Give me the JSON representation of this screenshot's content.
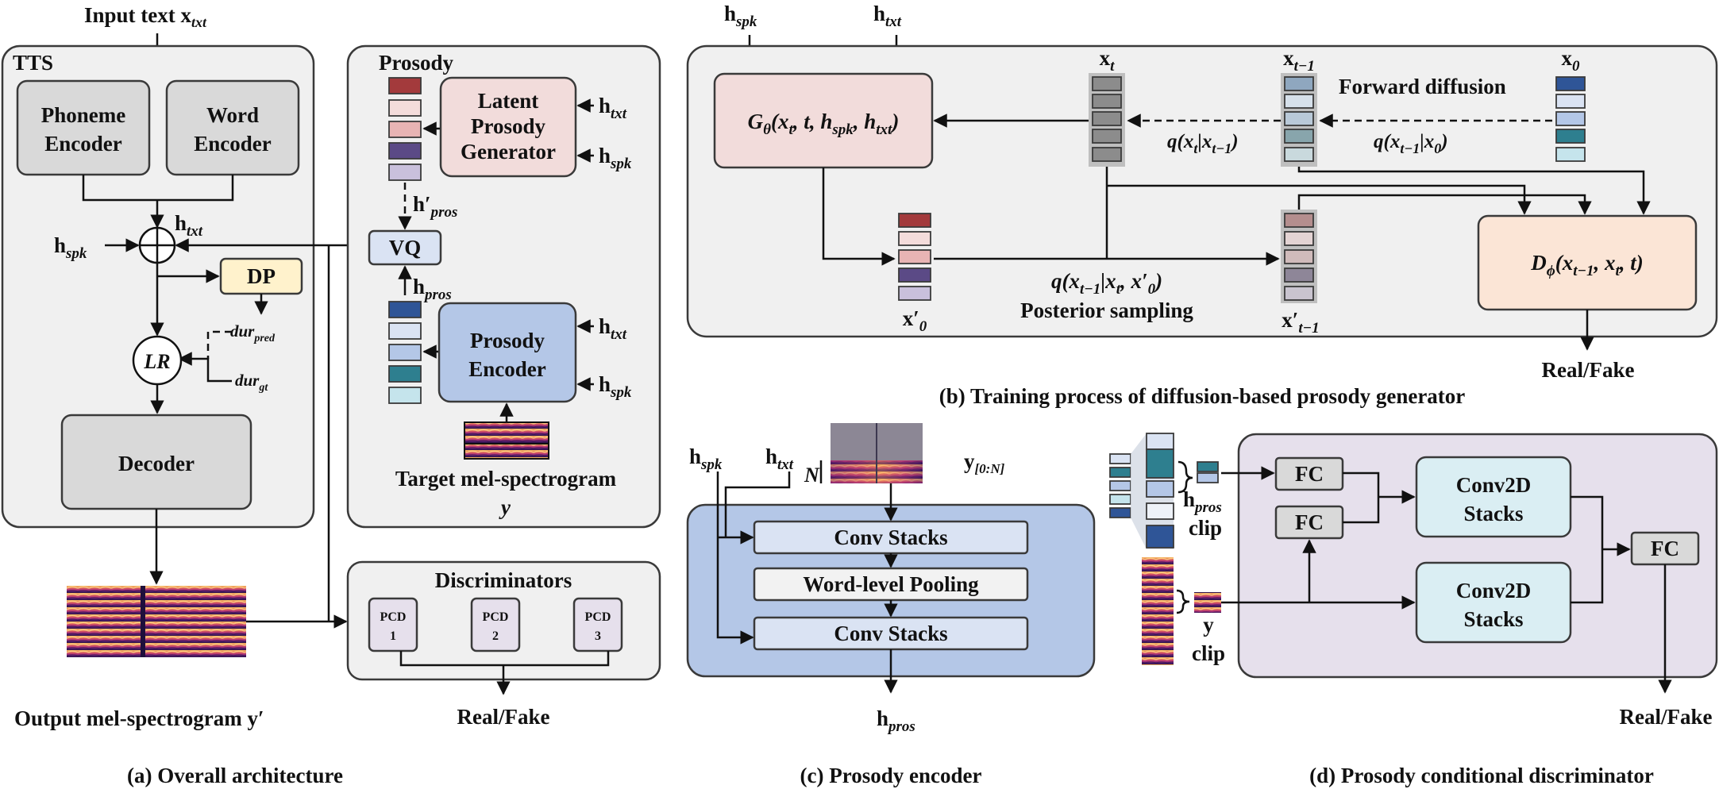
{
  "panel_a": {
    "input_text": "Input text x",
    "input_sub": "txt",
    "tts_label": "TTS",
    "phoneme_l1": "Phoneme",
    "phoneme_l2": "Encoder",
    "word_l1": "Word",
    "word_l2": "Encoder",
    "h": "h",
    "txt": "txt",
    "spk": "spk",
    "pros": "pros",
    "dp": "DP",
    "lr": "LR",
    "dur": "dur",
    "pred": "pred",
    "gt": "gt",
    "decoder": "Decoder",
    "output_mel": "Output mel-spectrogram y′",
    "prosody_title": "Prosody",
    "lpg_l1": "Latent",
    "lpg_l2": "Prosody",
    "lpg_l3": "Generator",
    "h_prime_pros": "h′",
    "vq": "VQ",
    "pe_l1": "Prosody",
    "pe_l2": "Encoder",
    "target_mel": "Target mel-spectrogram",
    "target_y": "y",
    "disc_title": "Discriminators",
    "pcd": "PCD",
    "pcd_nums": [
      "1",
      "2",
      "3"
    ],
    "real_fake": "Real/Fake",
    "caption": "(a) Overall architecture"
  },
  "panel_b": {
    "h": "h",
    "spk": "spk",
    "txt": "txt",
    "g_theta": "G",
    "g_theta_sub": "θ",
    "g_args": "(x",
    "xt": "x",
    "xt_sub": "t",
    "xt1_sub": "t−1",
    "x0_sub": "0",
    "forward_diffusion": "Forward diffusion",
    "q_fwd_1": "q(x",
    "q_fwd_1_sub": "t",
    "q_fwd_1_rest": "|x",
    "q_fwd_1_sub2": "t−1",
    "q_fwd_2_sub": "t−1",
    "q_fwd_2_sub2": "0",
    "q_post_sub": "t−1",
    "q_post_rest": "|x",
    "q_post_sub2": "t",
    "q_post_rest2": ", x′",
    "q_post_sub3": "0",
    "posterior_sampling": "Posterior sampling",
    "x_prime": "x′",
    "d_phi": "D",
    "d_phi_sub": "ϕ",
    "real_fake": "Real/Fake",
    "caption": "(b) Training process of diffusion-based prosody generator"
  },
  "panel_c": {
    "h": "h",
    "spk": "spk",
    "txt": "txt",
    "pros": "pros",
    "n": "N",
    "y_range": "y",
    "y_range_sub": "[0:N]",
    "conv_stacks": "Conv Stacks",
    "word_pooling": "Word-level Pooling",
    "caption": "(c) Prosody encoder"
  },
  "panel_d": {
    "h": "h",
    "pros": "pros",
    "clip": "clip",
    "y": "y",
    "fc": "FC",
    "conv2d_l1": "Conv2D",
    "conv2d_l2": "Stacks",
    "real_fake": "Real/Fake",
    "caption": "(d) Prosody conditional discriminator"
  },
  "colors": {
    "dark_red": "#a33a3c",
    "light_pink": "#f4dcdb",
    "pink": "#e8b4b4",
    "purple": "#5b4a86",
    "lavender": "#c9c0dc",
    "navy": "#2f5597",
    "pale_blue": "#dae3f3",
    "mid_blue": "#b4c7e7",
    "teal": "#2e7f8f",
    "light_cyan": "#c5e4ec",
    "gray": "#8c8c8c"
  }
}
